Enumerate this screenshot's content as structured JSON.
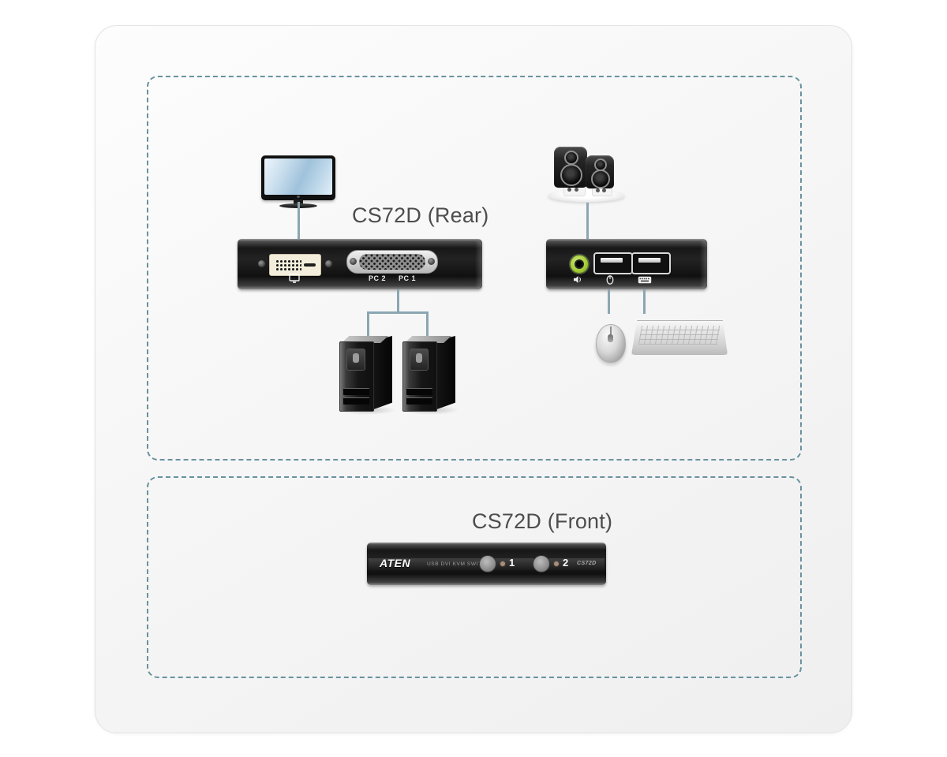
{
  "titles": {
    "rear": "CS72D (Rear)",
    "front": "CS72D (Front)"
  },
  "rear_panel": {
    "pc_port_labels": [
      "PC 2",
      "PC 1"
    ]
  },
  "front_panel": {
    "brand": "ATEN",
    "product_type": "USB DVI KVM SWITCH",
    "port_buttons": [
      "1",
      "2"
    ],
    "model": "CS72D"
  },
  "colors": {
    "dashed_border": "#68929f",
    "connector_line": "#8ba6b2",
    "audio_jack_green": "#a6ce39",
    "panel_black": "#1a1a1a",
    "dvi_cream": "#f3eedb"
  },
  "icons": {
    "monitor": "monitor-icon",
    "speakers": "speakers-icon",
    "mouse": "mouse-icon",
    "keyboard": "keyboard-icon",
    "pc_tower": "pc-tower-icon",
    "dvi_port": "dvi-port",
    "kvm_pc_port": "kvm-db44-port",
    "audio_jack": "audio-jack-port",
    "usb_mouse_port": "usb-port-mouse",
    "usb_keyboard_port": "usb-port-keyboard"
  }
}
